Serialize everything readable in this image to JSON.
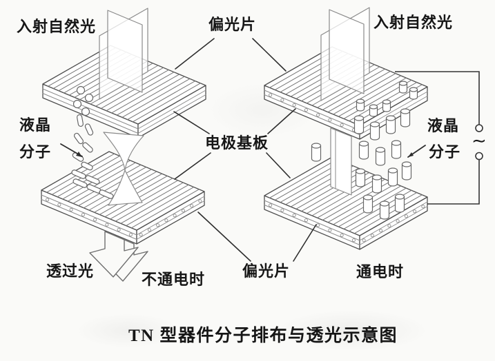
{
  "figure": {
    "caption": "TN 型器件分子排布与透光示意图",
    "shared": {
      "polarizer_top": "偏光片",
      "polarizer_bottom": "偏光片",
      "electrode_substrate": "电极基板"
    },
    "left_panel": {
      "incident_light": "入射自然光",
      "lc_label_line1": "液晶",
      "lc_label_line2": "分子",
      "transmitted_light": "透过光",
      "state": "不通电时"
    },
    "right_panel": {
      "incident_light": "入射自然光",
      "lc_label_line1": "液晶",
      "lc_label_line2": "分子",
      "state": "通电时",
      "ac_symbol": "∼"
    },
    "colors": {
      "line": "#4f4f4f",
      "stripe": "#757575",
      "soft": "#8a8a8a",
      "leader": "#2e2e2e",
      "text": "#161616",
      "background": "#fafaf8"
    }
  }
}
